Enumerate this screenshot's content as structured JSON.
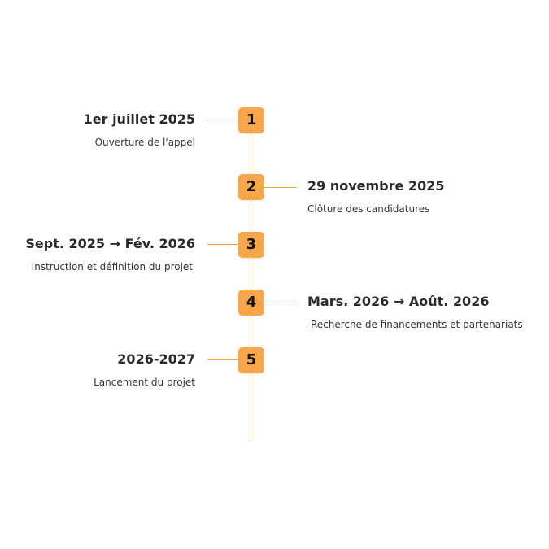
{
  "timeline": {
    "colors": {
      "accent": "#f7a64c",
      "line": "#f2a04a"
    },
    "events": [
      {
        "step": "1",
        "title": "1er juillet 2025",
        "description": "Ouverture de l'appel",
        "side": "left"
      },
      {
        "step": "2",
        "title": "29 novembre 2025",
        "description": "Clôture des candidatures",
        "side": "right"
      },
      {
        "step": "3",
        "title": "Sept. 2025 → Fév. 2026",
        "description": "Instruction et définition du projet",
        "side": "left"
      },
      {
        "step": "4",
        "title": "Mars. 2026 → Août. 2026",
        "description": "Recherche de financements et partenariats",
        "side": "right"
      },
      {
        "step": "5",
        "title": "2026-2027",
        "description": "Lancement du projet",
        "side": "left"
      }
    ]
  }
}
